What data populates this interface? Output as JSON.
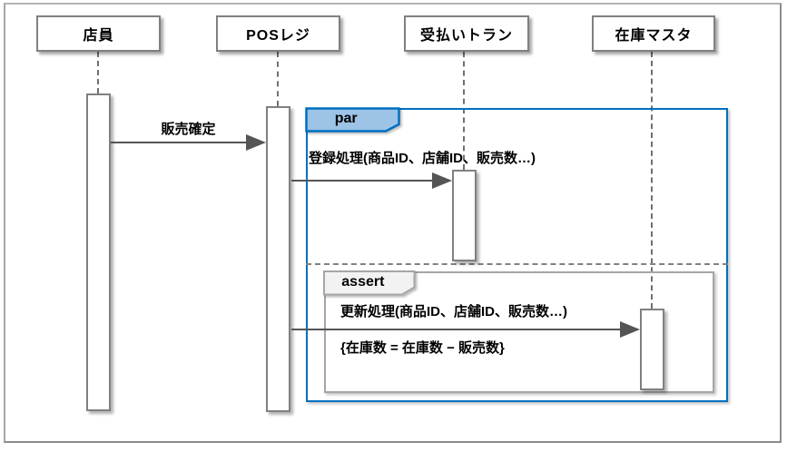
{
  "diagram": {
    "type": "uml-sequence-diagram",
    "lifelines": [
      {
        "name": "店員"
      },
      {
        "name": "POSレジ"
      },
      {
        "name": "受払いトラン"
      },
      {
        "name": "在庫マスタ"
      }
    ],
    "messages": [
      {
        "from": "店員",
        "to": "POSレジ",
        "label": "販売確定"
      },
      {
        "from": "POSレジ",
        "to": "受払いトラン",
        "label": "登録処理(商品ID、店舗ID、販売数…)"
      },
      {
        "from": "POSレジ",
        "to": "在庫マスタ",
        "label": "更新処理(商品ID、店舗ID、販売数…)"
      }
    ],
    "fragments": [
      {
        "operator": "par"
      },
      {
        "operator": "assert"
      }
    ],
    "constraint": "{在庫数 = 在庫数 − 販売数}",
    "colors": {
      "frame-blue": "#0070C0",
      "frag-blue-fill": "#9DC3E6",
      "assert-gray": "#A6A6A6",
      "assert-fill": "#F2F2F2",
      "gray-border": "#808080",
      "lifeline-gray": "#707070",
      "arrow-gray": "#555555",
      "text-black": "#000000"
    }
  }
}
